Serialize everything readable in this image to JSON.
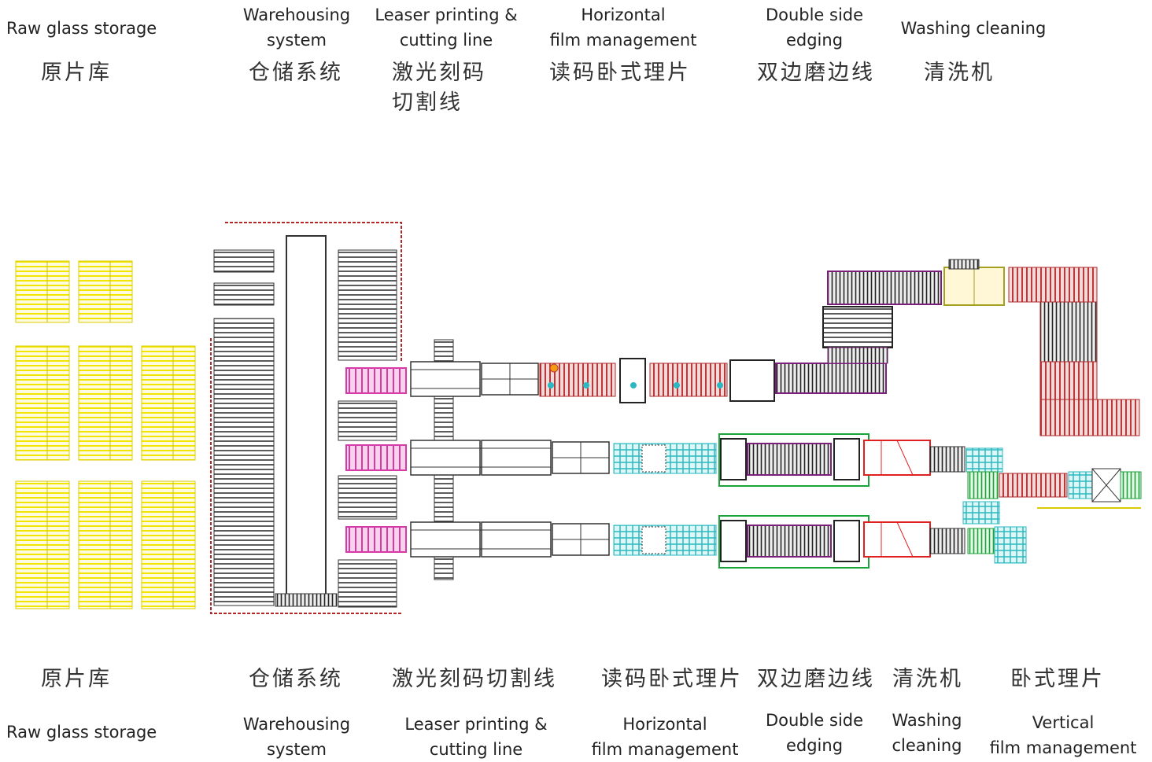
{
  "top_labels": [
    {
      "en": "Raw glass storage",
      "zh": "原片库"
    },
    {
      "en": "Warehousing\nsystem",
      "zh": "仓储系统"
    },
    {
      "en": "Leaser printing &\ncutting line",
      "zh": "激光刻码\n切割线"
    },
    {
      "en": "Horizontal\nfilm management",
      "zh": "读码卧式理片"
    },
    {
      "en": "Double side\nedging",
      "zh": "双边磨边线"
    },
    {
      "en": "Washing cleaning",
      "zh": "清洗机"
    }
  ],
  "bottom_labels": [
    {
      "zh": "原片库",
      "en": "Raw glass storage"
    },
    {
      "zh": "仓储系统",
      "en": "Warehousing\nsystem"
    },
    {
      "zh": "激光刻码切割线",
      "en": "Leaser printing &\ncutting line"
    },
    {
      "zh": "读码卧式理片",
      "en": "Horizontal\nfilm management"
    },
    {
      "zh": "双边磨边线",
      "en": "Double side\nedging"
    },
    {
      "zh": "清洗机",
      "en": "Washing\ncleaning"
    },
    {
      "zh": "卧式理片",
      "en": "Vertical\nfilm management"
    }
  ],
  "colors": {
    "storage": "#f2e600",
    "warehouse": "#333333",
    "boundary": "#b0282a",
    "loader": "#d63aa6",
    "cutting": "#333333",
    "horizontal_film": "#b0282a",
    "edging": "#7a1f7a",
    "washing": "#e02020",
    "transfer": "#2ab8c2",
    "green": "#1aa33a",
    "olive": "#a6a020"
  }
}
